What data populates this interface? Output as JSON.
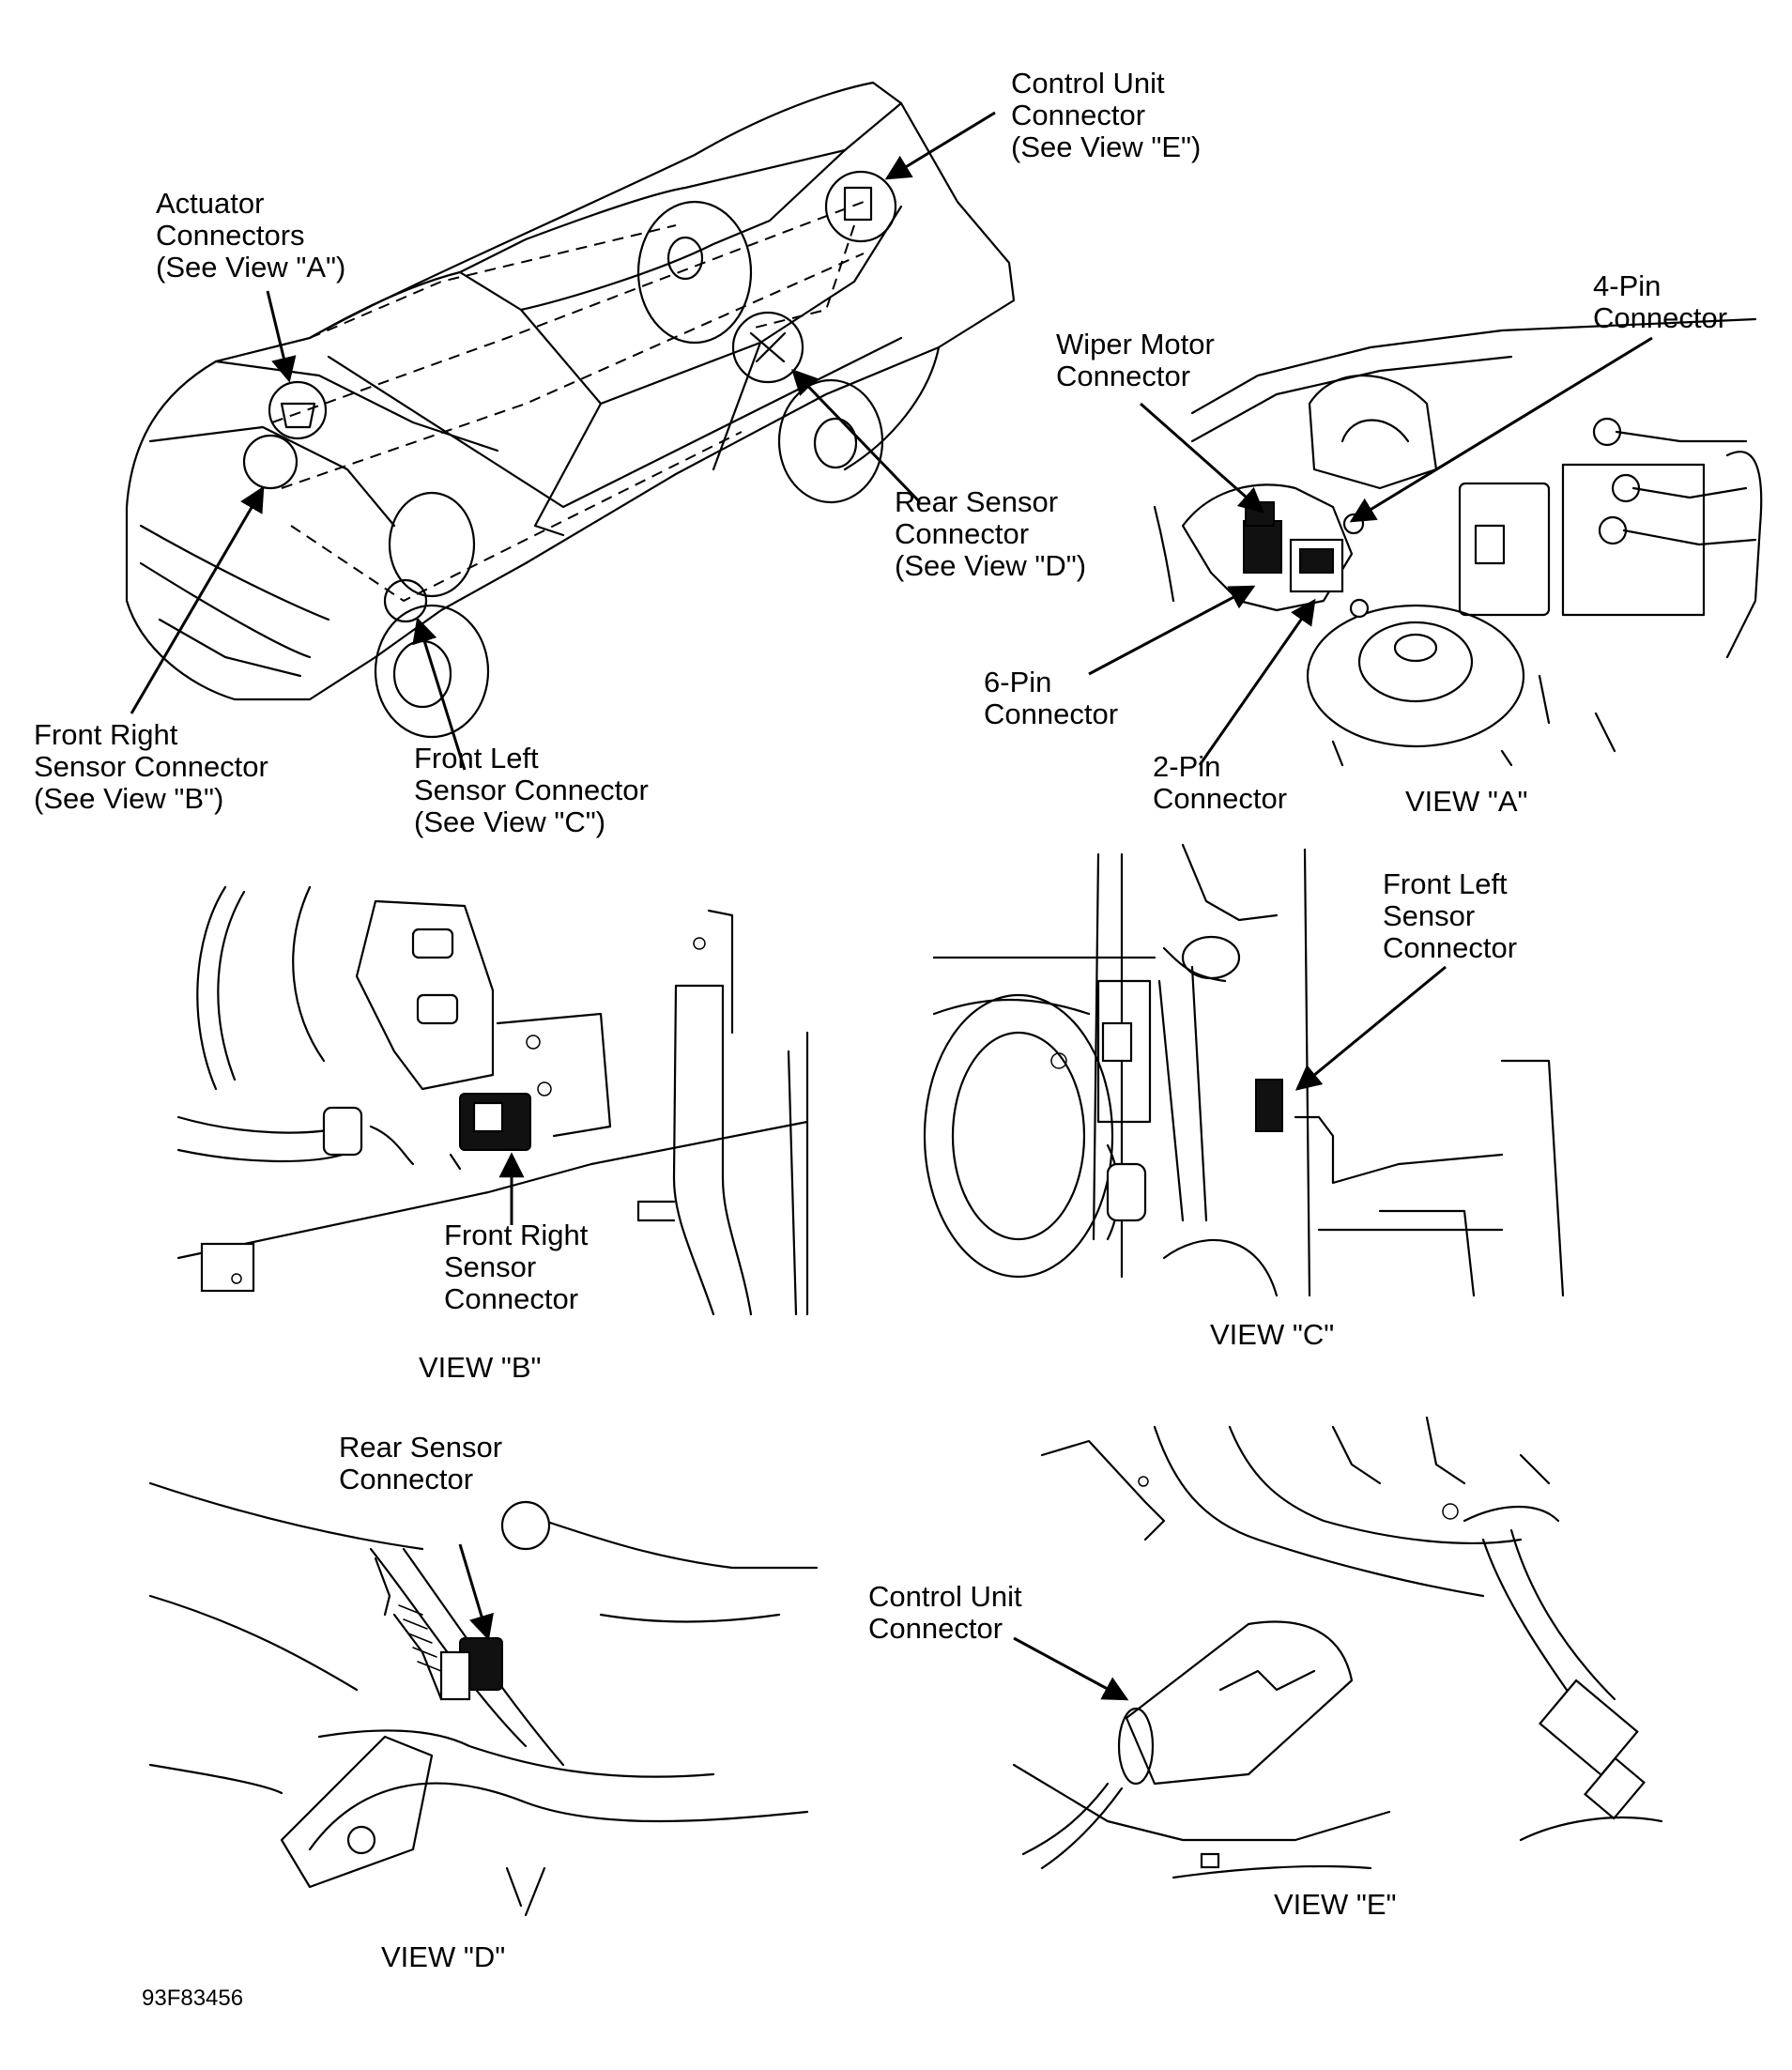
{
  "overview": {
    "control_unit_label": "Control Unit\nConnector\n(See View \"E\")",
    "actuator_label": "Actuator\nConnectors\n(See View \"A\")",
    "rear_sensor_label": "Rear Sensor\nConnector\n(See View \"D\")",
    "front_right_label": "Front Right\nSensor Connector\n(See View \"B\")",
    "front_left_label": "Front Left\nSensor Connector\n(See View \"C\")"
  },
  "view_a": {
    "caption": "VIEW \"A\"",
    "four_pin": "4-Pin\nConnector",
    "wiper_motor": "Wiper Motor\nConnector",
    "six_pin": "6-Pin\nConnector",
    "two_pin": "2-Pin\nConnector"
  },
  "view_b": {
    "caption": "VIEW \"B\"",
    "label": "Front Right\nSensor\nConnector"
  },
  "view_c": {
    "caption": "VIEW \"C\"",
    "label": "Front Left\nSensor\nConnector"
  },
  "view_d": {
    "caption": "VIEW \"D\"",
    "label": "Rear Sensor\nConnector"
  },
  "view_e": {
    "caption": "VIEW \"E\"",
    "label": "Control Unit\nConnector"
  },
  "figure_code": "93F83456"
}
